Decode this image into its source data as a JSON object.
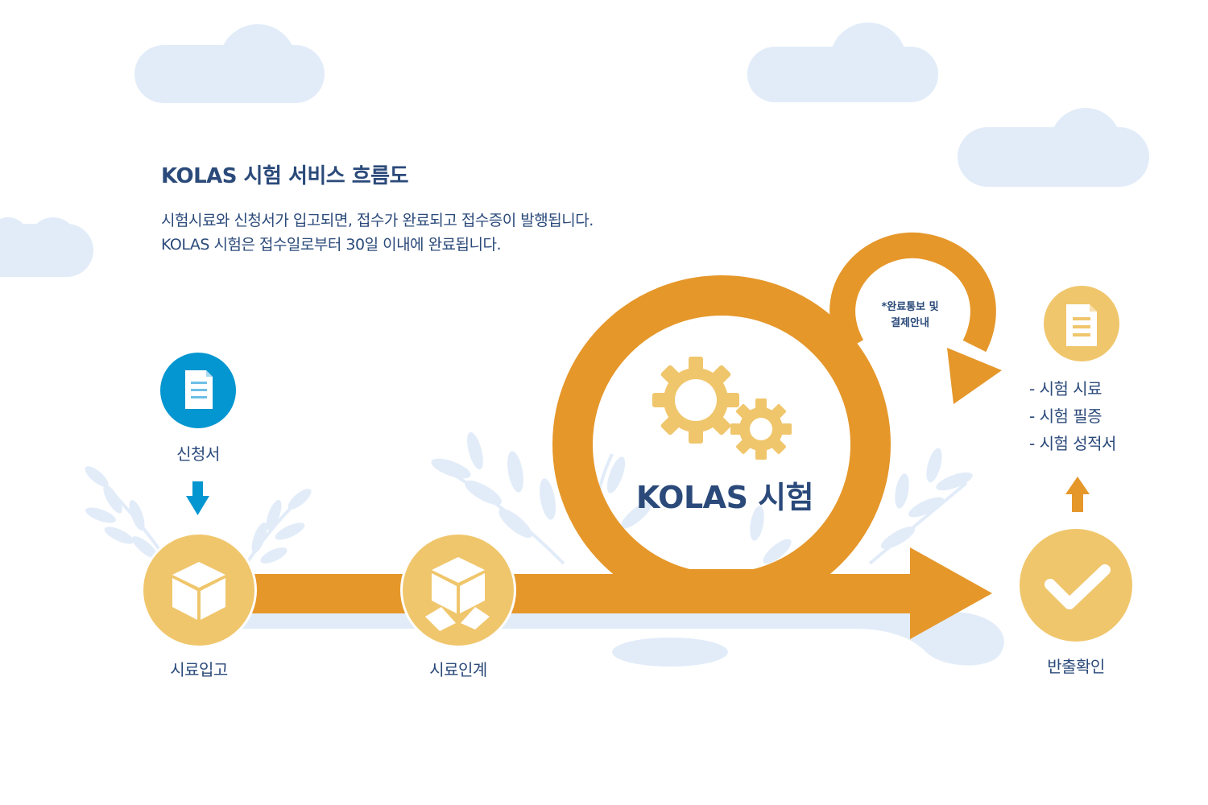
{
  "header": {
    "title": "KOLAS 시험 서비스 흐름도",
    "description": [
      "시험시료와 신청서가 입고되면, 접수가 완료되고 접수증이 발행됩니다.",
      "KOLAS 시험은 접수일로부터 30일 이내에 완료됩니다."
    ]
  },
  "steps": {
    "application": "신청서",
    "sample_receipt": "시료입고",
    "sample_handover": "시료인계",
    "kolas_test": "KOLAS 시험",
    "completion_note": [
      "*완료통보 및",
      "결제안내"
    ],
    "release_check": "반출확인"
  },
  "outputs": [
    "- 시험 시료",
    "- 시험 필증",
    "- 시험 성적서"
  ],
  "icons": {
    "application": "document-icon",
    "sample_receipt": "box-icon",
    "sample_handover": "open-box-icon",
    "kolas_test": "gears-icon",
    "release_check": "checkmark-icon",
    "outputs": "document-icon"
  },
  "colors": {
    "accent_orange": "#e5972a",
    "circle_yellow": "#f0c66c",
    "application_blue": "#0496d0",
    "text_navy": "#2b4a7a",
    "cloud_blue": "#e2ecf9"
  }
}
